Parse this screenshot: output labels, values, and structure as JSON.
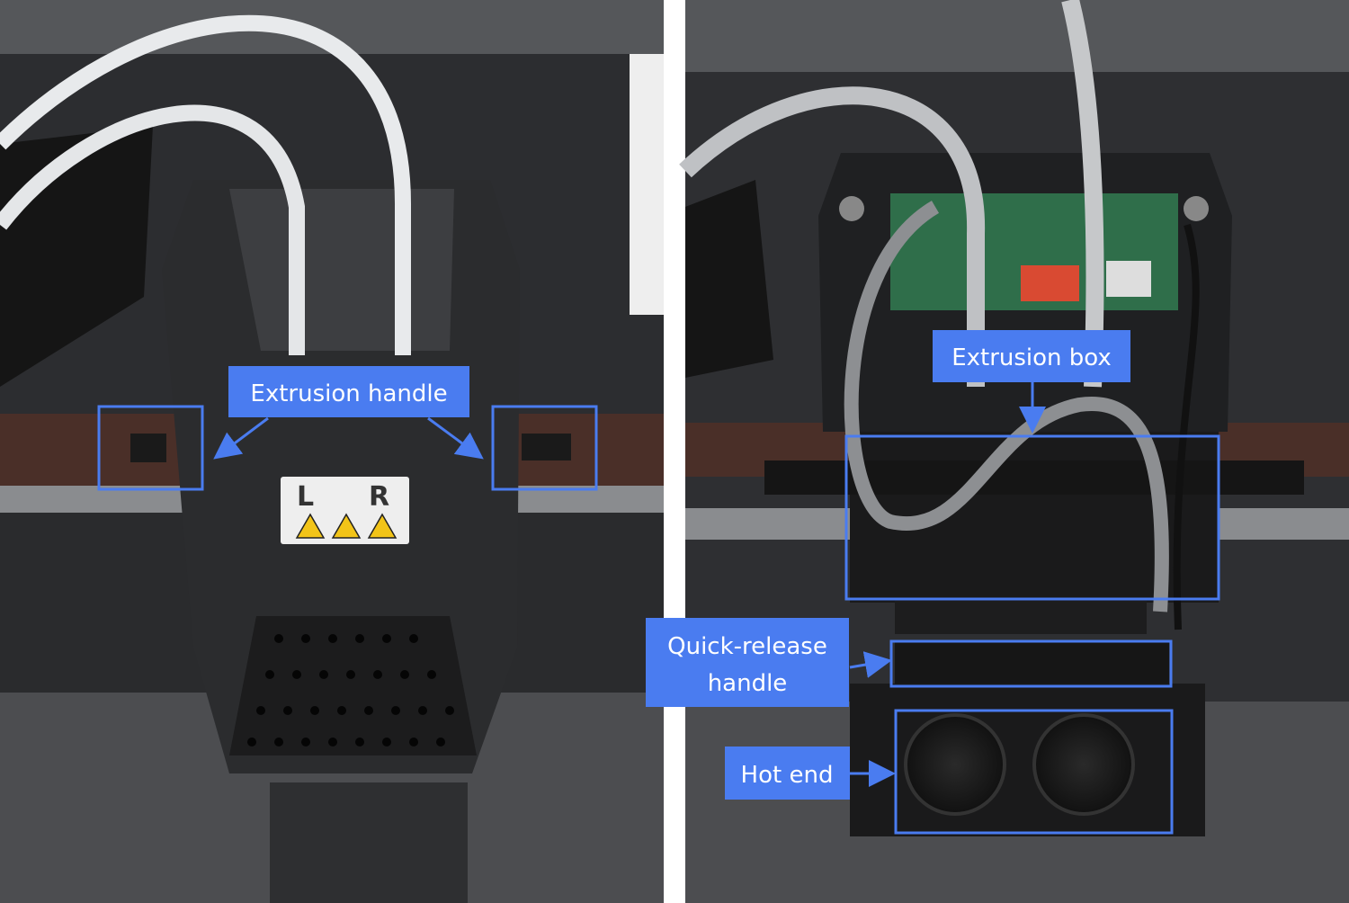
{
  "left_photo": {
    "callout": "Extrusion handle",
    "sticker": {
      "left_letter": "L",
      "right_letter": "R"
    }
  },
  "right_photo": {
    "callouts": {
      "extrusion_box": "Extrusion box",
      "quick_release_line1": "Quick-release",
      "quick_release_line2": "handle",
      "hot_end": "Hot end"
    }
  },
  "colors": {
    "annotation": "#4a7cf0",
    "label_text": "#ffffff"
  }
}
